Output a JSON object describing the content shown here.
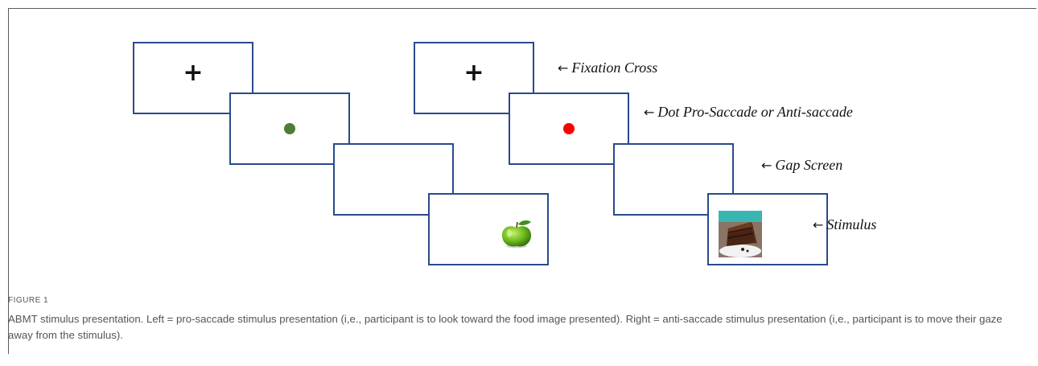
{
  "figure": {
    "number": "FIGURE 1",
    "caption": "ABMT stimulus presentation. Left = pro-saccade stimulus presentation (i,e., participant is to look toward the food image presented). Right = anti-saccade stimulus presentation (i,e., participant is to move their gaze away from the stimulus)."
  },
  "panels": {
    "fixation_symbol": "+",
    "pro_saccade_dot_color": "#4e7d35",
    "anti_saccade_dot_color": "#ff0000"
  },
  "labels": {
    "arrow": "←",
    "fixation": "Fixation Cross",
    "dot": "Dot Pro-Saccade or Anti-saccade",
    "gap": "Gap Screen",
    "stimulus": "Stimulus"
  },
  "icons": {
    "left_stimulus": "green-apple-icon",
    "right_stimulus": "chocolate-cake-icon"
  }
}
